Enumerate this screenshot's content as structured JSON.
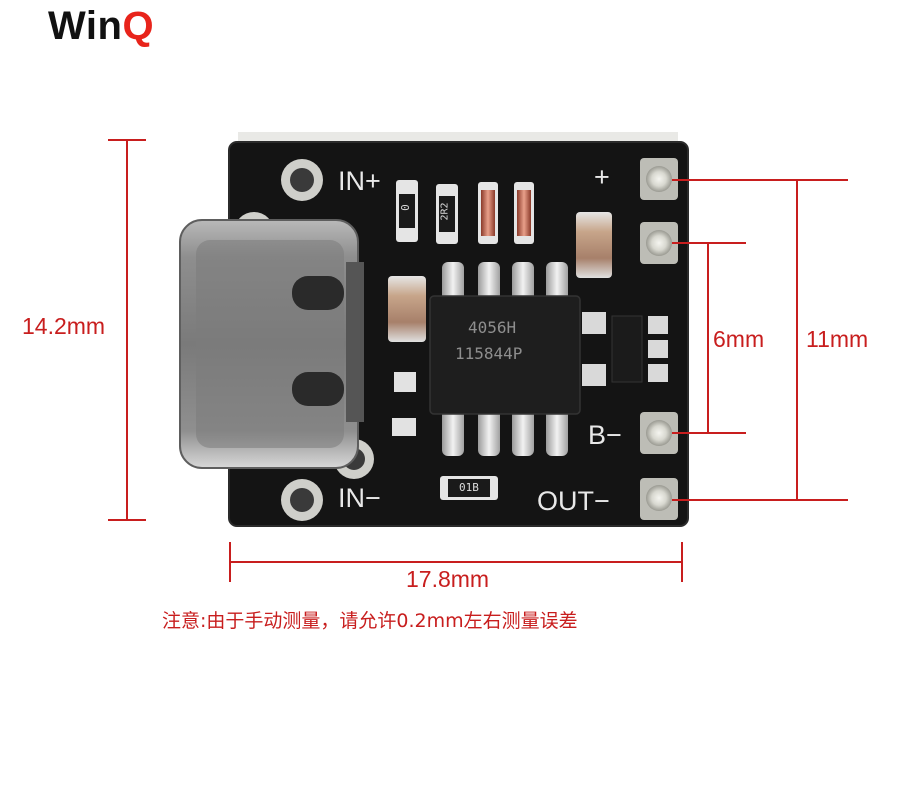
{
  "brand": {
    "name_main": "Win",
    "name_accent": "Q"
  },
  "board": {
    "labels": {
      "in_plus": "IN+",
      "in_minus": "IN−",
      "plus": "+",
      "b_minus": "B−",
      "out_minus": "OUT−"
    },
    "chip_markings": {
      "line1": "4056H",
      "line2": "115844P"
    },
    "resistor_markings": {
      "r1": "0",
      "r2": "2R2",
      "r3": "01B"
    }
  },
  "dimensions": {
    "height": "14.2mm",
    "width": "17.8mm",
    "pad_spacing_inner": "6mm",
    "pad_spacing_outer": "11mm"
  },
  "note": "注意:由于手动测量，请允许0.2mm左右测量误差",
  "colors": {
    "dimension_red": "#c81e1e",
    "brand_accent": "#e8241b",
    "board": "#141414"
  }
}
